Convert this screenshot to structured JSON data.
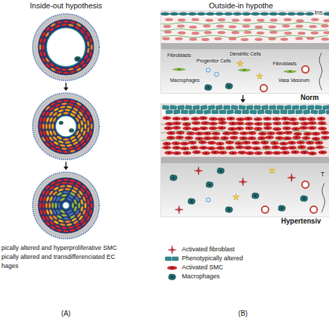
{
  "diagram": {
    "labels": [
      "Inside-out hypothesis",
      "Outside-in hypothe",
      "Ins",
      "Progenitor Cells",
      "Dendritic Cells",
      "Fibroblasts",
      "Fibroblasts",
      "Macrophages",
      "Vasa Vasorum",
      "Norm",
      "T",
      "Hypertensiv",
      "(A)",
      "(B)"
    ],
    "legend": [
      {
        "text": "pically altered and hyperproliferative SMC"
      },
      {
        "text": "pically altered and transdifferenciated EC"
      },
      {
        "text": "hages"
      },
      {
        "text": "Activated fibroblast"
      },
      {
        "text": "Phenotypically altered"
      },
      {
        "text": "Activated SMC"
      },
      {
        "text": "Macrophages"
      }
    ]
  }
}
